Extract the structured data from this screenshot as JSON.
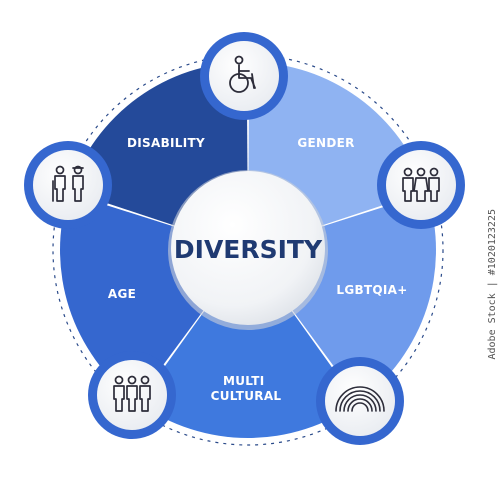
{
  "center": {
    "title": "DIVERSITY"
  },
  "colors": {
    "disability": "#244a9a",
    "gender": "#8fb3f2",
    "lgbtqia": "#6f9bec",
    "multicultural": "#3f79de",
    "age": "#3567cf",
    "icon_ring": "#3567cf",
    "icon_line": "#2d2d3a",
    "center_text": "#1f3a72"
  },
  "segments": [
    {
      "key": "disability",
      "lines": [
        "DISABILITY"
      ],
      "icon": "wheelchair-icon"
    },
    {
      "key": "gender",
      "lines": [
        "GENDER"
      ],
      "icon": "family-icon"
    },
    {
      "key": "lgbtqia",
      "lines": [
        "LGBTQIA+"
      ],
      "icon": "rainbow-icon"
    },
    {
      "key": "multicultural",
      "lines": [
        "MULTI",
        "CULTURAL"
      ],
      "icon": "group-people-icon"
    },
    {
      "key": "age",
      "lines": [
        "AGE"
      ],
      "icon": "elderly-people-icon"
    }
  ],
  "watermark": "Adobe Stock | #1020123225"
}
